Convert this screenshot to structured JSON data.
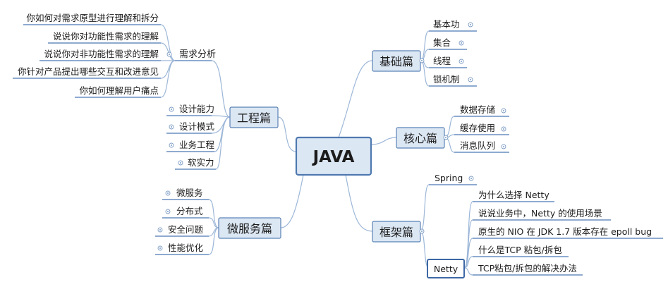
{
  "center": "JAVA",
  "left": {
    "xuqiu": {
      "label": "需求分析",
      "items": [
        "你如何对需求原型进行理解和拆分",
        "说说你对功能性需求的理解",
        "说说你对非功能性需求的理解",
        "你针对产品提出哪些交互和改进意见",
        "你如何理解用户痛点"
      ]
    },
    "gongcheng": {
      "label": "工程篇",
      "items": [
        "设计能力",
        "设计模式",
        "业务工程",
        "软实力"
      ]
    },
    "weifuwu": {
      "label": "微服务篇",
      "items": [
        "微服务",
        "分布式",
        "安全问题",
        "性能优化"
      ]
    }
  },
  "right": {
    "jichu": {
      "label": "基础篇",
      "items": [
        "基本功",
        "集合",
        "线程",
        "锁机制"
      ]
    },
    "hexin": {
      "label": "核心篇",
      "items": [
        "数据存储",
        "缓存使用",
        "消息队列"
      ]
    },
    "kuangjia": {
      "label": "框架篇",
      "spring": "Spring",
      "netty": {
        "label": "Netty",
        "items": [
          "为什么选择 Netty",
          "说说业务中，Netty 的使用场景",
          "原生的 NIO 在 JDK 1.7 版本存在 epoll bug",
          "什么是TCP 粘包/拆包",
          "TCP粘包/拆包的解决办法"
        ]
      }
    }
  }
}
